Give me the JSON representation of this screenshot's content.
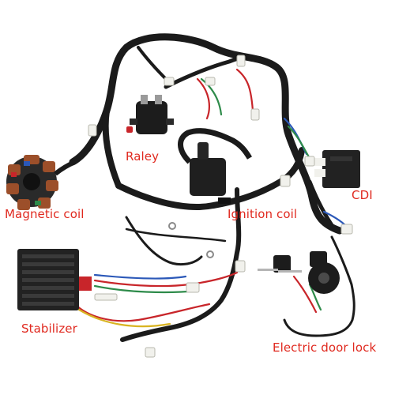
{
  "labels": {
    "raley": "Raley",
    "magnetic_coil": "Magnetic coil",
    "ignition_coil": "Ignition coil",
    "cdi": "CDI",
    "stabilizer": "Stabilizer",
    "electric_door_lock": "Electric door lock"
  },
  "colors": {
    "label_text": "#e0291f",
    "harness": "#1b1b1b",
    "background": "#ffffff",
    "wire_red": "#c8252a",
    "wire_green": "#2e8b4a",
    "wire_blue": "#2b58b8",
    "wire_yellow": "#d9b422",
    "connector": "#f1f1ec"
  },
  "icons": {
    "stator": "magnetic-coil-stator-icon",
    "relay": "starter-relay-icon",
    "ignition": "ignition-coil-icon",
    "cdi": "cdi-box-icon",
    "regulator": "voltage-regulator-icon",
    "lock": "key-switch-icon"
  }
}
